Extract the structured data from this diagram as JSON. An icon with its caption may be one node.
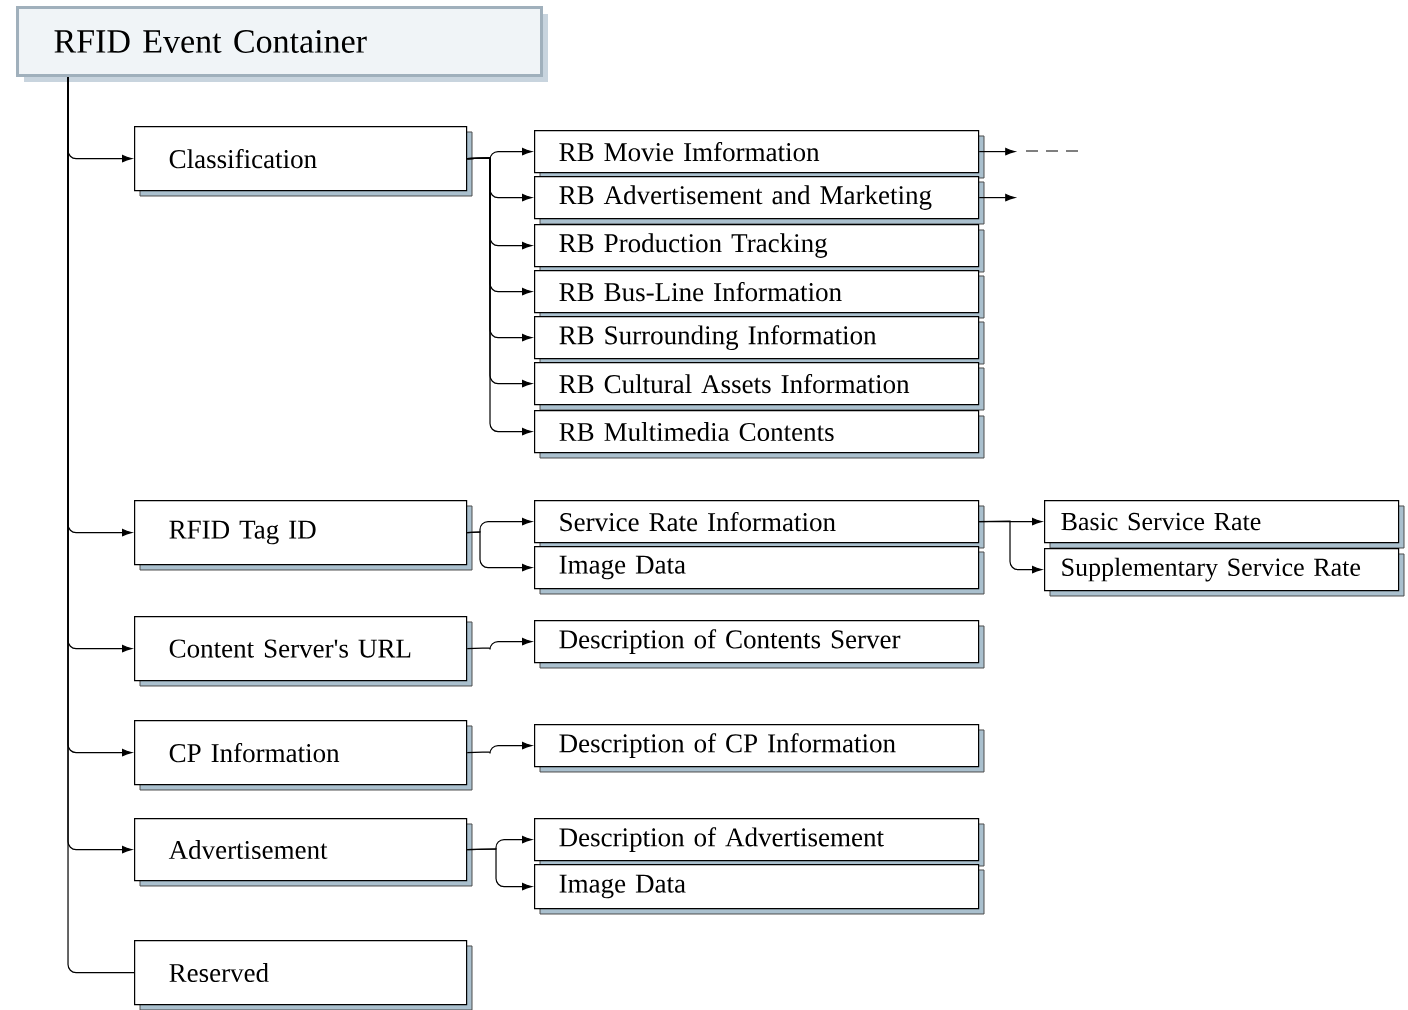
{
  "diagram": {
    "nodes": [
      {
        "text": [
          "RFID Event Container"
        ]
      },
      {
        "text": [
          "Classification"
        ]
      },
      {
        "text": [
          "RB Movie Imformation"
        ]
      },
      {
        "text": [
          "RB Advertisement and Marketing"
        ]
      },
      {
        "text": [
          "RB Production Tracking"
        ]
      },
      {
        "text": [
          "RB Bus-Line Information"
        ]
      },
      {
        "text": [
          "RB Surrounding Information"
        ]
      },
      {
        "text": [
          "RB Cultural Assets Information"
        ]
      },
      {
        "text": [
          "RB Multimedia Contents"
        ]
      },
      {
        "text": [
          "RFID Tag ID"
        ]
      },
      {
        "text": [
          "Service Rate Information"
        ]
      },
      {
        "text": [
          "Image Data"
        ]
      },
      {
        "text": [
          "Basic Service Rate"
        ]
      },
      {
        "text": [
          "Supplementary Service Rate"
        ]
      },
      {
        "text": [
          "Content Server's URL"
        ]
      },
      {
        "text": [
          "Description of Contents Server"
        ]
      },
      {
        "text": [
          "CP Information"
        ]
      },
      {
        "text": [
          "Description of CP Information"
        ]
      },
      {
        "text": [
          "Advertisement"
        ]
      },
      {
        "text": [
          "Description of Advertisement"
        ]
      },
      {
        "text": [
          "Image Data"
        ]
      },
      {
        "text": [
          "Reserved"
        ]
      }
    ],
    "edges": [
      {
        "from": 0,
        "to": 1,
        "arrow": "to"
      },
      {
        "from": 0,
        "to": 9,
        "arrow": "to"
      },
      {
        "from": 0,
        "to": 14,
        "arrow": "to"
      },
      {
        "from": 0,
        "to": 16,
        "arrow": "to"
      },
      {
        "from": 0,
        "to": 18,
        "arrow": "to"
      },
      {
        "from": 0,
        "to": 21,
        "arrow": "none"
      },
      {
        "from": 1,
        "to": 2,
        "arrow": "to"
      },
      {
        "from": 1,
        "to": 3,
        "arrow": "to"
      },
      {
        "from": 1,
        "to": 4,
        "arrow": "to"
      },
      {
        "from": 1,
        "to": 5,
        "arrow": "to"
      },
      {
        "from": 1,
        "to": 6,
        "arrow": "to"
      },
      {
        "from": 1,
        "to": 7,
        "arrow": "to"
      },
      {
        "from": 1,
        "to": 8,
        "arrow": "to"
      },
      {
        "from": 2,
        "to": null,
        "arrow": "to"
      },
      {
        "from": 3,
        "to": null,
        "arrow": "to"
      },
      {
        "from": 9,
        "to": 10,
        "arrow": "to"
      },
      {
        "from": 9,
        "to": 11,
        "arrow": "to"
      },
      {
        "from": 10,
        "to": 12,
        "arrow": "to"
      },
      {
        "from": 10,
        "to": 13,
        "arrow": "to"
      },
      {
        "from": 14,
        "to": 15,
        "arrow": "to"
      },
      {
        "from": 16,
        "to": 17,
        "arrow": "to"
      },
      {
        "from": 18,
        "to": 19,
        "arrow": "to"
      },
      {
        "from": 18,
        "to": 20,
        "arrow": "to"
      }
    ]
  }
}
